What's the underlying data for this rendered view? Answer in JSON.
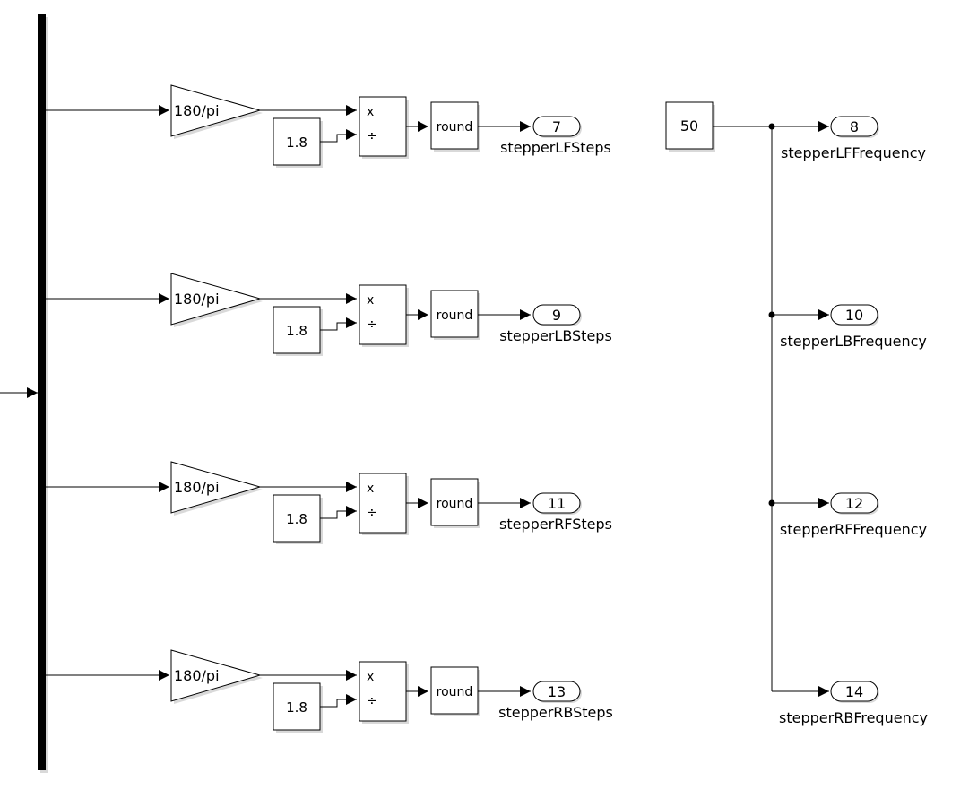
{
  "rows": [
    {
      "gain": "180/pi",
      "constant": "1.8",
      "mult": "x",
      "div": "÷",
      "func": "round",
      "port": "7",
      "label": "stepperLFSteps"
    },
    {
      "gain": "180/pi",
      "constant": "1.8",
      "mult": "x",
      "div": "÷",
      "func": "round",
      "port": "9",
      "label": "stepperLBSteps"
    },
    {
      "gain": "180/pi",
      "constant": "1.8",
      "mult": "x",
      "div": "÷",
      "func": "round",
      "port": "11",
      "label": "stepperRFSteps"
    },
    {
      "gain": "180/pi",
      "constant": "1.8",
      "mult": "x",
      "div": "÷",
      "func": "round",
      "port": "13",
      "label": "stepperRBSteps"
    }
  ],
  "frequency": {
    "constant": "50",
    "outputs": [
      {
        "port": "8",
        "label": "stepperLFFrequency"
      },
      {
        "port": "10",
        "label": "stepperLBFrequency"
      },
      {
        "port": "12",
        "label": "stepperRFFrequency"
      },
      {
        "port": "14",
        "label": "stepperRBFrequency"
      }
    ]
  }
}
